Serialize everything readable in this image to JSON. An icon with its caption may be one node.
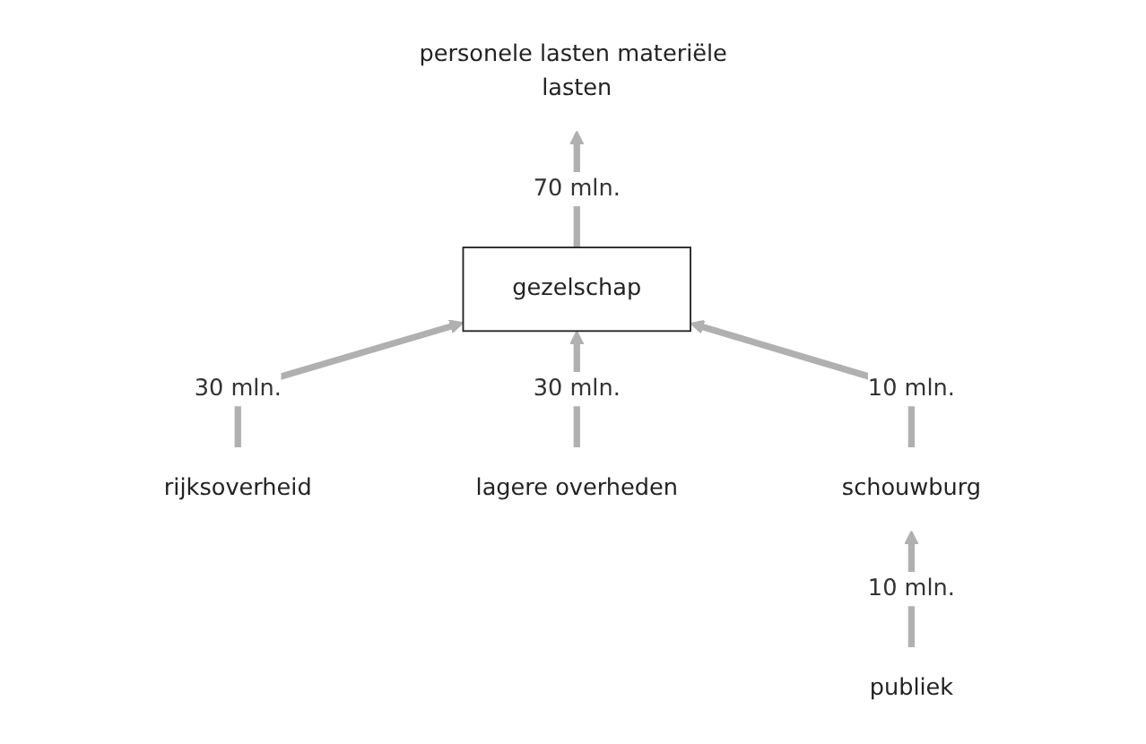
{
  "diagram": {
    "nodes": [
      {
        "text": [
          "personele lasten materiële lasten"
        ]
      },
      {
        "text": [
          "gezelschap"
        ]
      },
      {
        "text": [
          "rijksoverheid"
        ]
      },
      {
        "text": [
          "lagere overheden"
        ]
      },
      {
        "text": [
          "schouwburg"
        ]
      },
      {
        "text": [
          "publiek"
        ]
      }
    ],
    "edges": [
      {
        "from": 1,
        "to": 0,
        "arrow": "to",
        "label": "70 mln."
      },
      {
        "from": 2,
        "to": 1,
        "arrow": "to",
        "label": "30 mln."
      },
      {
        "from": 3,
        "to": 1,
        "arrow": "to",
        "label": "30 mln."
      },
      {
        "from": 4,
        "to": 1,
        "arrow": "to",
        "label": "10 mln."
      },
      {
        "from": 5,
        "to": 4,
        "arrow": "to",
        "label": "10 mln."
      }
    ]
  }
}
